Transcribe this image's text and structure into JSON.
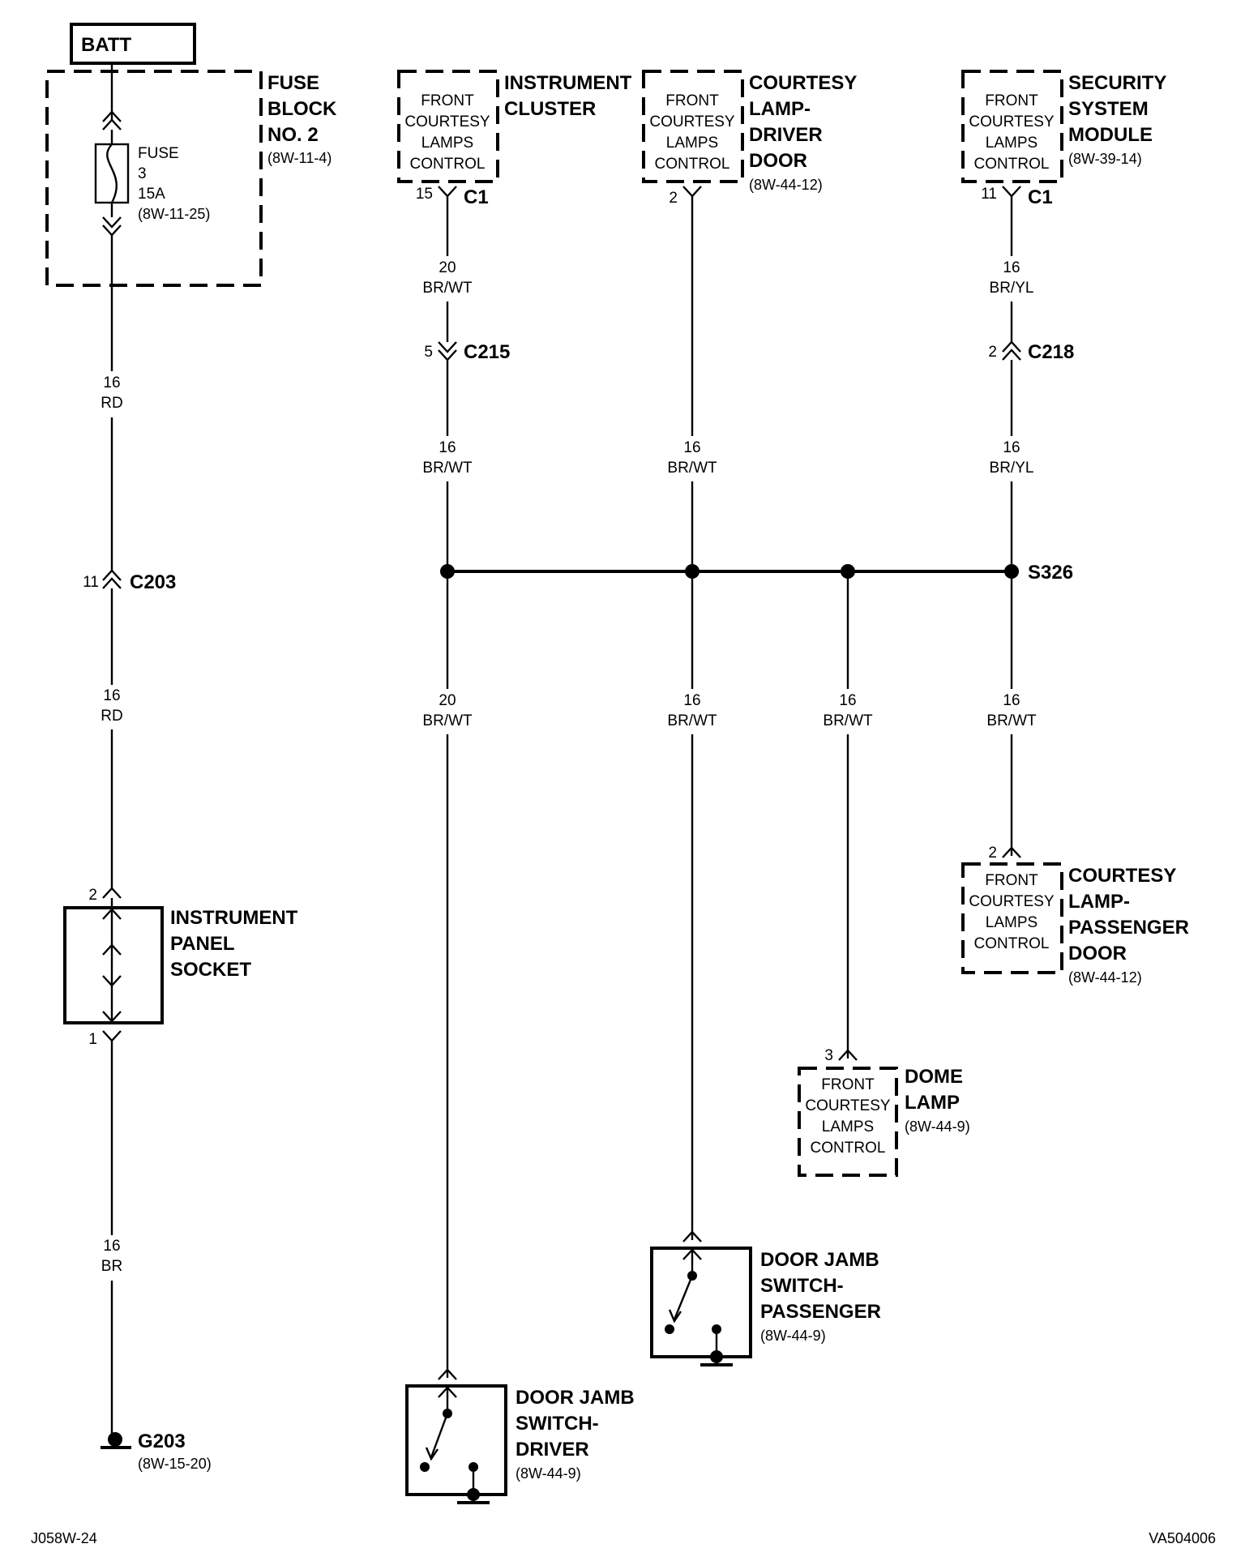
{
  "battery": {
    "label": "BATT"
  },
  "fuse_block": {
    "title": [
      "FUSE",
      "BLOCK",
      "NO. 2"
    ],
    "ref": "(8W-11-4)",
    "fuse": {
      "label": "FUSE",
      "number": "3",
      "rating": "15A",
      "ref": "(8W-11-25)"
    }
  },
  "wire_labels": {
    "rd1": [
      "16",
      "RD"
    ],
    "rd2": [
      "16",
      "RD"
    ],
    "br": [
      "16",
      "BR"
    ],
    "ic_top": [
      "20",
      "BR/WT"
    ],
    "ic_mid": [
      "16",
      "BR/WT"
    ],
    "drv_mid": [
      "16",
      "BR/WT"
    ],
    "sec_top": [
      "16",
      "BR/YL"
    ],
    "sec_mid": [
      "16",
      "BR/YL"
    ],
    "drop_jamb_drv": [
      "20",
      "BR/WT"
    ],
    "drop_jamb_pass": [
      "16",
      "BR/WT"
    ],
    "drop_dome": [
      "16",
      "BR/WT"
    ],
    "drop_pass_door": [
      "16",
      "BR/WT"
    ]
  },
  "connectors": {
    "c203": {
      "name": "C203",
      "pin": "11"
    },
    "ic_c1": {
      "name": "C1",
      "pin": "15"
    },
    "c215": {
      "name": "C215",
      "pin": "5"
    },
    "drv_door_pin": {
      "pin": "2"
    },
    "sec_c1": {
      "name": "C1",
      "pin": "11"
    },
    "c218": {
      "name": "C218",
      "pin": "2"
    },
    "socket_top_pin": "2",
    "socket_bot_pin": "1",
    "pass_door_pin": "2",
    "dome_pin": "3"
  },
  "splice": {
    "name": "S326"
  },
  "ground": {
    "name": "G203",
    "ref": "(8W-15-20)"
  },
  "control_box_text": [
    "FRONT",
    "COURTESY",
    "LAMPS",
    "CONTROL"
  ],
  "components": {
    "instrument_cluster": {
      "title": [
        "INSTRUMENT",
        "CLUSTER"
      ]
    },
    "courtesy_driver": {
      "title": [
        "COURTESY",
        "LAMP-",
        "DRIVER",
        "DOOR"
      ],
      "ref": "(8W-44-12)"
    },
    "security": {
      "title": [
        "SECURITY",
        "SYSTEM",
        "MODULE"
      ],
      "ref": "(8W-39-14)"
    },
    "socket": {
      "title": [
        "INSTRUMENT",
        "PANEL",
        "SOCKET"
      ]
    },
    "courtesy_passenger": {
      "title": [
        "COURTESY",
        "LAMP-",
        "PASSENGER",
        "DOOR"
      ],
      "ref": "(8W-44-12)"
    },
    "dome": {
      "title": [
        "DOME",
        "LAMP"
      ],
      "ref": "(8W-44-9)"
    },
    "jamb_passenger": {
      "title": [
        "DOOR JAMB",
        "SWITCH-",
        "PASSENGER"
      ],
      "ref": "(8W-44-9)"
    },
    "jamb_driver": {
      "title": [
        "DOOR JAMB",
        "SWITCH-",
        "DRIVER"
      ],
      "ref": "(8W-44-9)"
    }
  },
  "footer": {
    "left": "J058W-24",
    "right": "VA504006"
  }
}
